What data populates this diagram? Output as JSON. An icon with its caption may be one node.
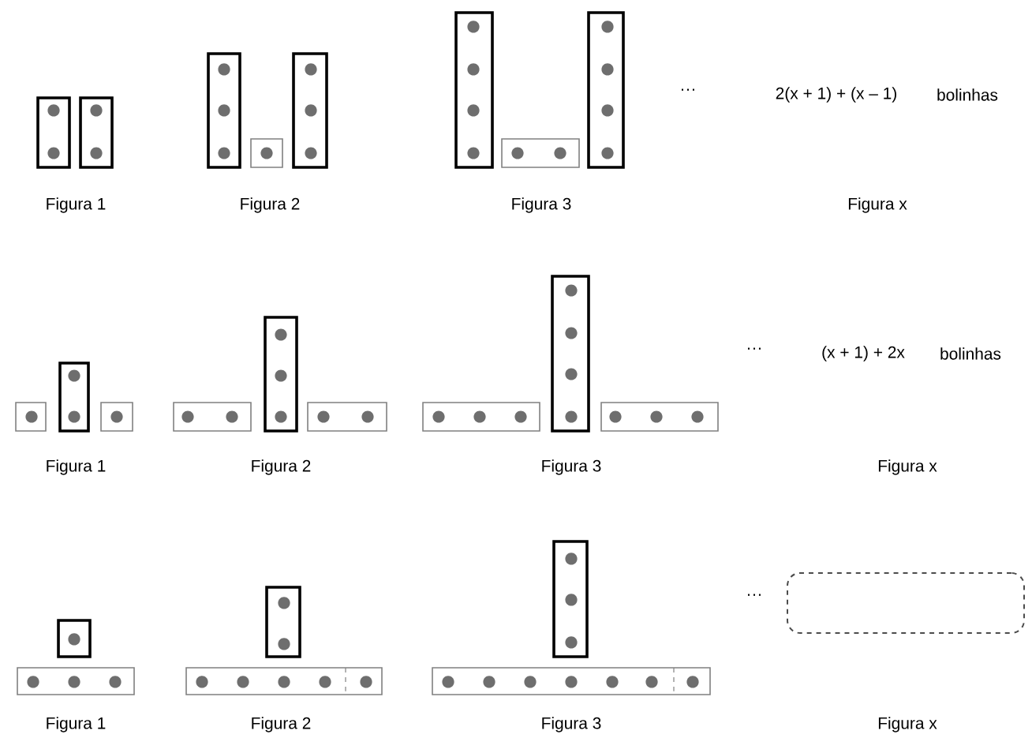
{
  "diagram": {
    "nodes": [
      {
        "text": [],
        "shape": "box"
      }
    ],
    "labels": [
      "···",
      "2(x + 1) + (x – 1)",
      "bolinhas",
      "Figura 1",
      "Figura 2",
      "Figura 3",
      "Figura x",
      "···",
      "(x + 1) + 2x",
      "bolinhas",
      "Figura 1",
      "Figura 2",
      "Figura 3",
      "Figura x",
      "···",
      "Figura 1",
      "Figura 2",
      "Figura 3",
      "Figura x"
    ]
  }
}
